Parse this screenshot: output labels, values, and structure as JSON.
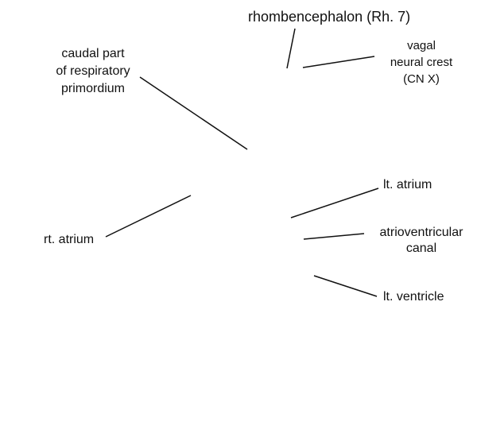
{
  "labels": {
    "rhombencephalon": "rhombencephalon (Rh. 7)",
    "vagal": [
      "vagal",
      "neural crest",
      "(CN X)"
    ],
    "respiratory": [
      "caudal part",
      "of respiratory",
      "primordium"
    ],
    "rt_atrium": "rt. atrium",
    "lt_atrium": "lt. atrium",
    "av_canal": [
      "atrioventricular",
      "canal"
    ],
    "lt_ventricle": "lt. ventricle"
  },
  "colors": {
    "line": "#111111",
    "text": "#111111",
    "background": "#ffffff"
  }
}
